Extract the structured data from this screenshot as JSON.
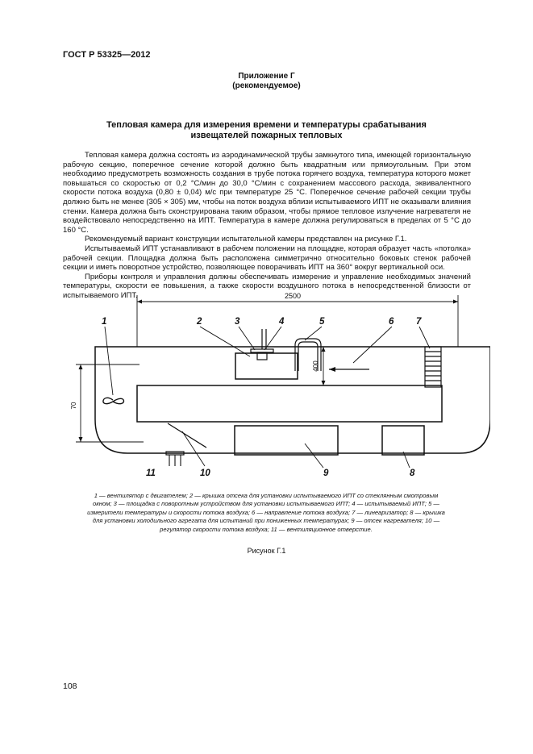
{
  "header": {
    "standard": "ГОСТ Р 53325—2012"
  },
  "annex": {
    "line1": "Приложение Г",
    "line2": "(рекомендуемое)"
  },
  "title": {
    "line1": "Тепловая камера для измерения времени и температуры срабатывания",
    "line2": "извещателей пожарных тепловых"
  },
  "paragraphs": [
    "Тепловая камера должна состоять из аэродинамической трубы замкнутого типа, имеющей горизонтальную рабочую секцию, поперечное сечение которой должно быть квадратным или прямоугольным. При этом необходимо предусмотреть возможность создания в трубе потока горячего воздуха, температура которого может повышаться со скоростью от 0,2 °С/мин до 30,0 °С/мин с сохранением массового расхода, эквивалентного скорости потока воздуха (0,80 ± 0,04) м/с при температуре 25 °С. Поперечное сечение рабочей секции трубы должно быть не менее (305 × 305) мм, чтобы на поток воздуха вблизи испытываемого ИПТ не оказывали влияния стенки. Камера должна быть сконструирована таким образом, чтобы прямое тепловое излучение нагревателя не воздействовало непосредственно на ИПТ. Температура в камере должна регулироваться в пределах от 5 °С до 160 °С.",
    "Рекомендуемый вариант конструкции испытательной камеры представлен на рисунке Г.1.",
    "Испытываемый ИПТ устанавливают в рабочем положении на площадке, которая образует часть «потолка» рабочей секции. Площадка должна быть расположена симметрично относительно боковых стенок рабочей секции и иметь поворотное устройство, позволяющее поворачивать ИПТ на 360° вокруг вертикальной оси.",
    "Приборы контроля и управления должны обеспечивать измерение и управление необходимых значений температуры, скорости ее повышения, а также скорости воздушного потока в непосредственной близости от испытываемого ИПТ."
  ],
  "figure": {
    "dim_width": "2500",
    "dim_height_section": "400",
    "dim_height_left": "70",
    "labels": [
      "1",
      "2",
      "3",
      "4",
      "5",
      "6",
      "7",
      "8",
      "9",
      "10",
      "11"
    ]
  },
  "caption": "1 — вентилятор с двигателем; 2 — крышка отсека для установки испытываемого ИПТ со стеклянным смотровым окном; 3 — площадка с поворотным устройством для установки испытываемого ИПТ; 4 — испытываемый ИПТ; 5 — измерители температуры и скорости потока воздуха; 6 — направление потока воздуха; 7 — линеаризатор; 8 — крышка для установки холодильного агрегата для испытаний при пониженных температурах; 9 — отсек нагревателя; 10 — регулятор скорости потока воздуха; 11 — вентиляционное отверстие.",
  "figure_label": "Рисунок Г.1",
  "page_number": "108"
}
